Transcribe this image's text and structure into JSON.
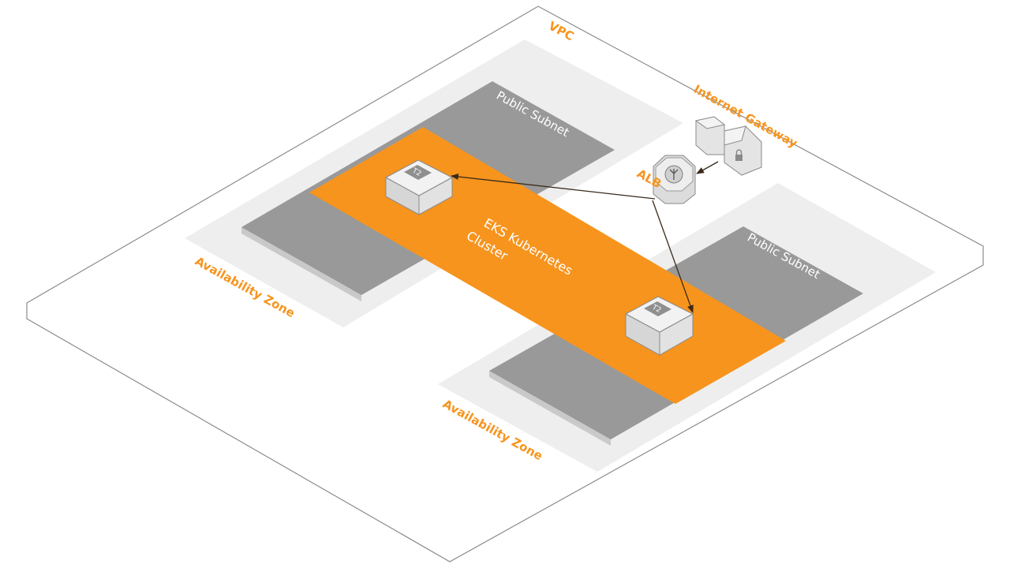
{
  "labels": {
    "vpc": "VPC",
    "internet_gateway": "Internet Gateway",
    "alb": "ALB",
    "az_left": "Availability Zone",
    "az_right": "Availability Zone",
    "subnet_left": "Public Subnet",
    "subnet_right": "Public Subnet",
    "cluster_line1": "EKS Kubernetes",
    "cluster_line2": "Cluster",
    "instance_top": "T2",
    "instance_bottom": "T2"
  },
  "colors": {
    "vpc_fill": "#ffffff",
    "vpc_stroke": "#8c8c8c",
    "az_fill": "#eeeeee",
    "subnet_fill": "#999999",
    "subnet_shadow": "#c9c9c9",
    "cluster_fill": "#f7941d",
    "orange_text": "#f7941d",
    "arrow": "#3a2a1a"
  },
  "icons": {
    "gateway": "internet-gateway-icon",
    "alb": "load-balancer-icon",
    "instance": "ec2-instance-icon"
  }
}
